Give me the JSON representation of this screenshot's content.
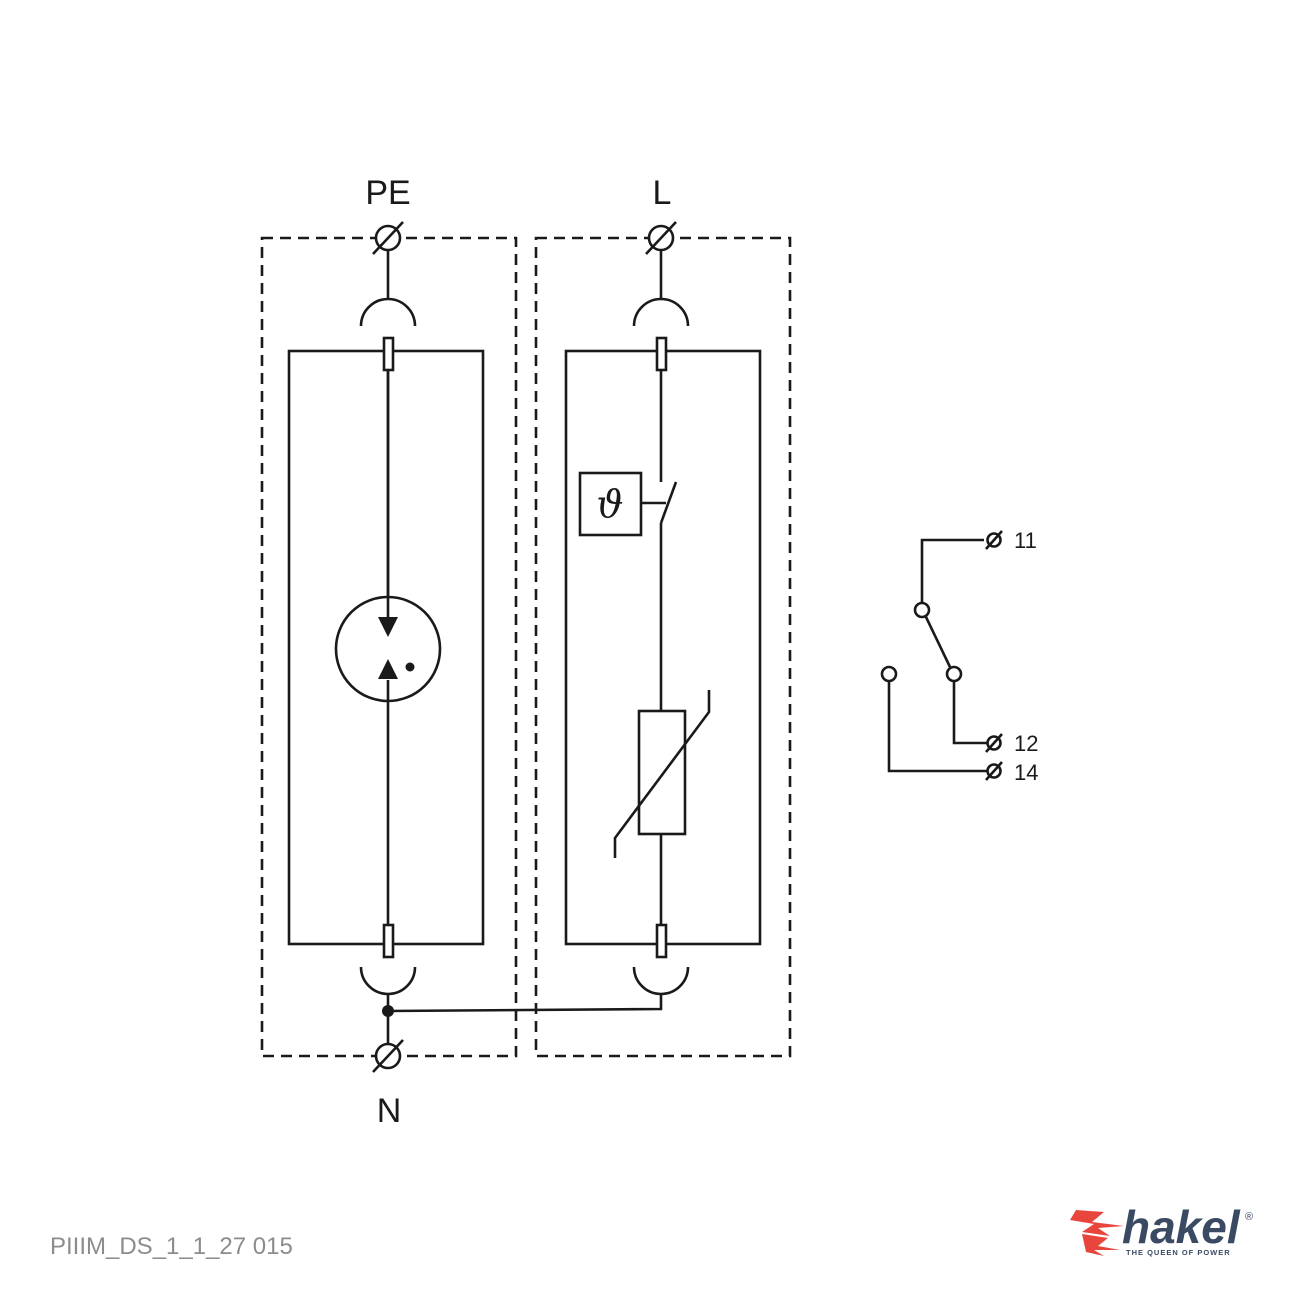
{
  "terminals": {
    "pe": "PE",
    "l": "L",
    "n": "N"
  },
  "contacts": {
    "c11": "11",
    "c12": "12",
    "c14": "14"
  },
  "thermal_symbol": "ϑ",
  "drawing_code": "PIIIM_DS_1_1_27 015",
  "logo": {
    "name": "hakel",
    "tagline": "THE QUEEN OF POWER",
    "registered": "®"
  },
  "colors": {
    "line": "#1a1a1a",
    "code_text": "#8c8c8c",
    "logo_text": "#3a4a63",
    "logo_bolt": "#e8463c"
  }
}
